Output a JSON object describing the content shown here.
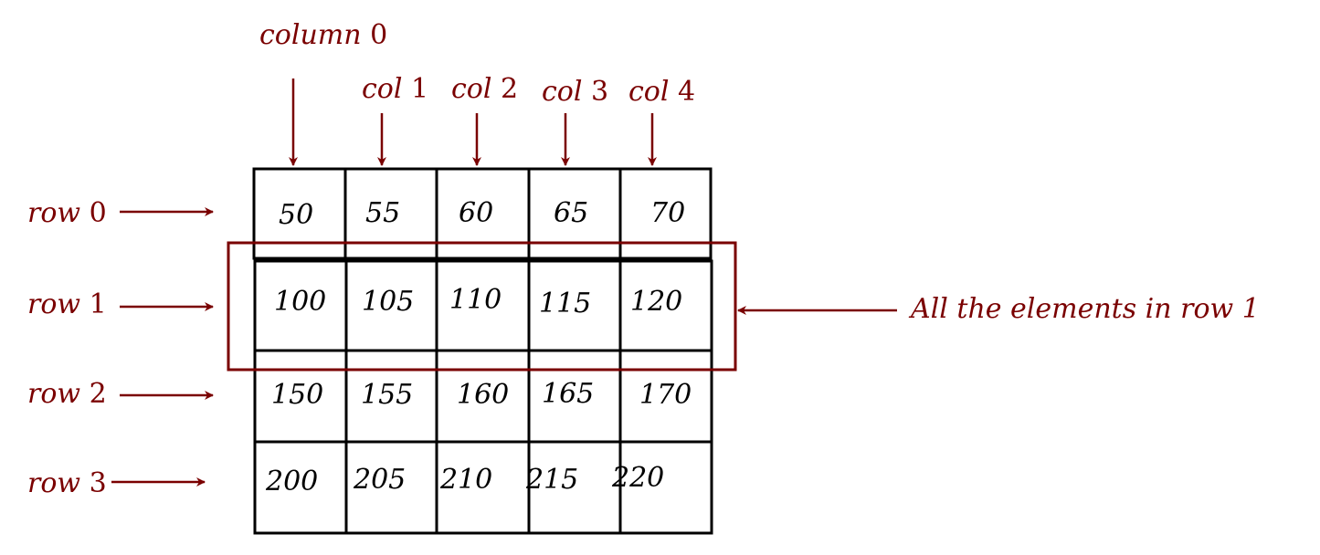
{
  "diagram": {
    "title": "2D array rows and columns",
    "accent_color": "#7a0000",
    "column_labels": [
      {
        "word": "column",
        "index": "0"
      },
      {
        "word": "col",
        "index": "1"
      },
      {
        "word": "col",
        "index": "2"
      },
      {
        "word": "col",
        "index": "3"
      },
      {
        "word": "col",
        "index": "4"
      }
    ],
    "row_labels": [
      {
        "word": "row",
        "index": "0"
      },
      {
        "word": "row",
        "index": "1"
      },
      {
        "word": "row",
        "index": "2"
      },
      {
        "word": "row",
        "index": "3"
      }
    ],
    "cells": [
      [
        "50",
        "55",
        "60",
        "65",
        "70"
      ],
      [
        "100",
        "105",
        "110",
        "115",
        "120"
      ],
      [
        "150",
        "155",
        "160",
        "165",
        "170"
      ],
      [
        "200",
        "205",
        "210",
        "215",
        "220"
      ]
    ],
    "highlight": {
      "row": 1,
      "annotation": "All the elements in row 1"
    }
  }
}
